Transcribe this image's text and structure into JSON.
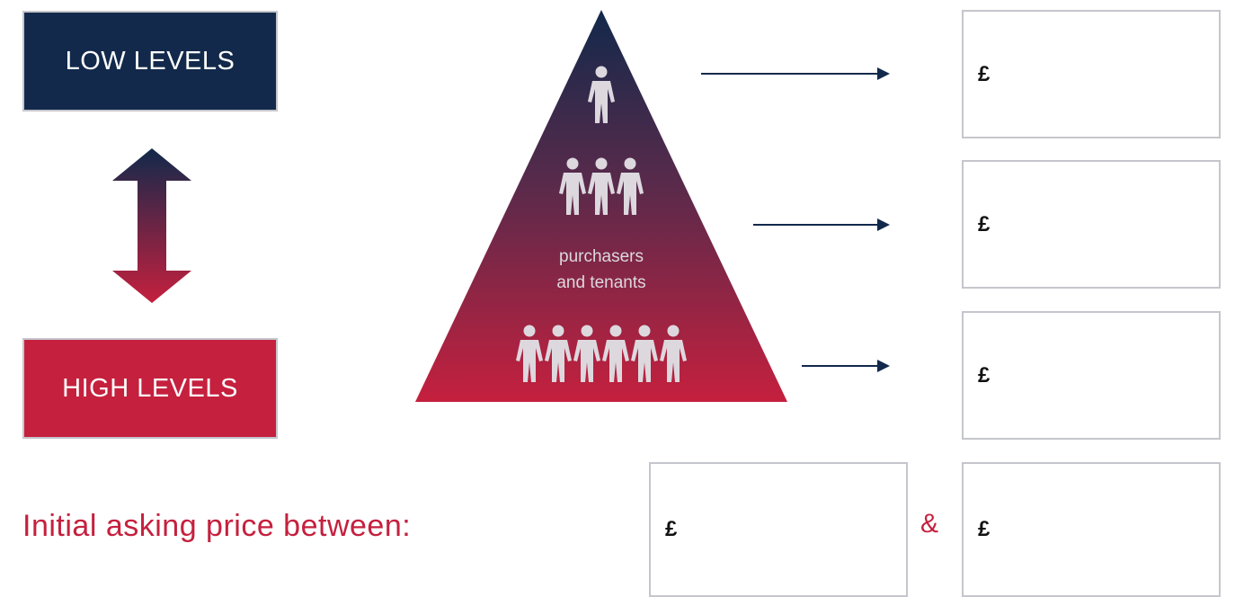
{
  "levels": {
    "low": "LOW LEVELS",
    "high": "HIGH LEVELS"
  },
  "pyramid": {
    "label_line1": "purchasers",
    "label_line2": "and tenants",
    "tiers": [
      {
        "people": 1
      },
      {
        "people": 3
      },
      {
        "people": 6
      }
    ]
  },
  "price_rows": [
    {
      "currency": "£"
    },
    {
      "currency": "£"
    },
    {
      "currency": "£"
    }
  ],
  "initial_price": {
    "label": "Initial asking price between:",
    "from_currency": "£",
    "joiner": "&",
    "to_currency": "£"
  },
  "colors": {
    "navy": "#12294b",
    "red": "#c5203e",
    "box_border": "#c5c6cc",
    "person_fill": "#dcd8de"
  }
}
